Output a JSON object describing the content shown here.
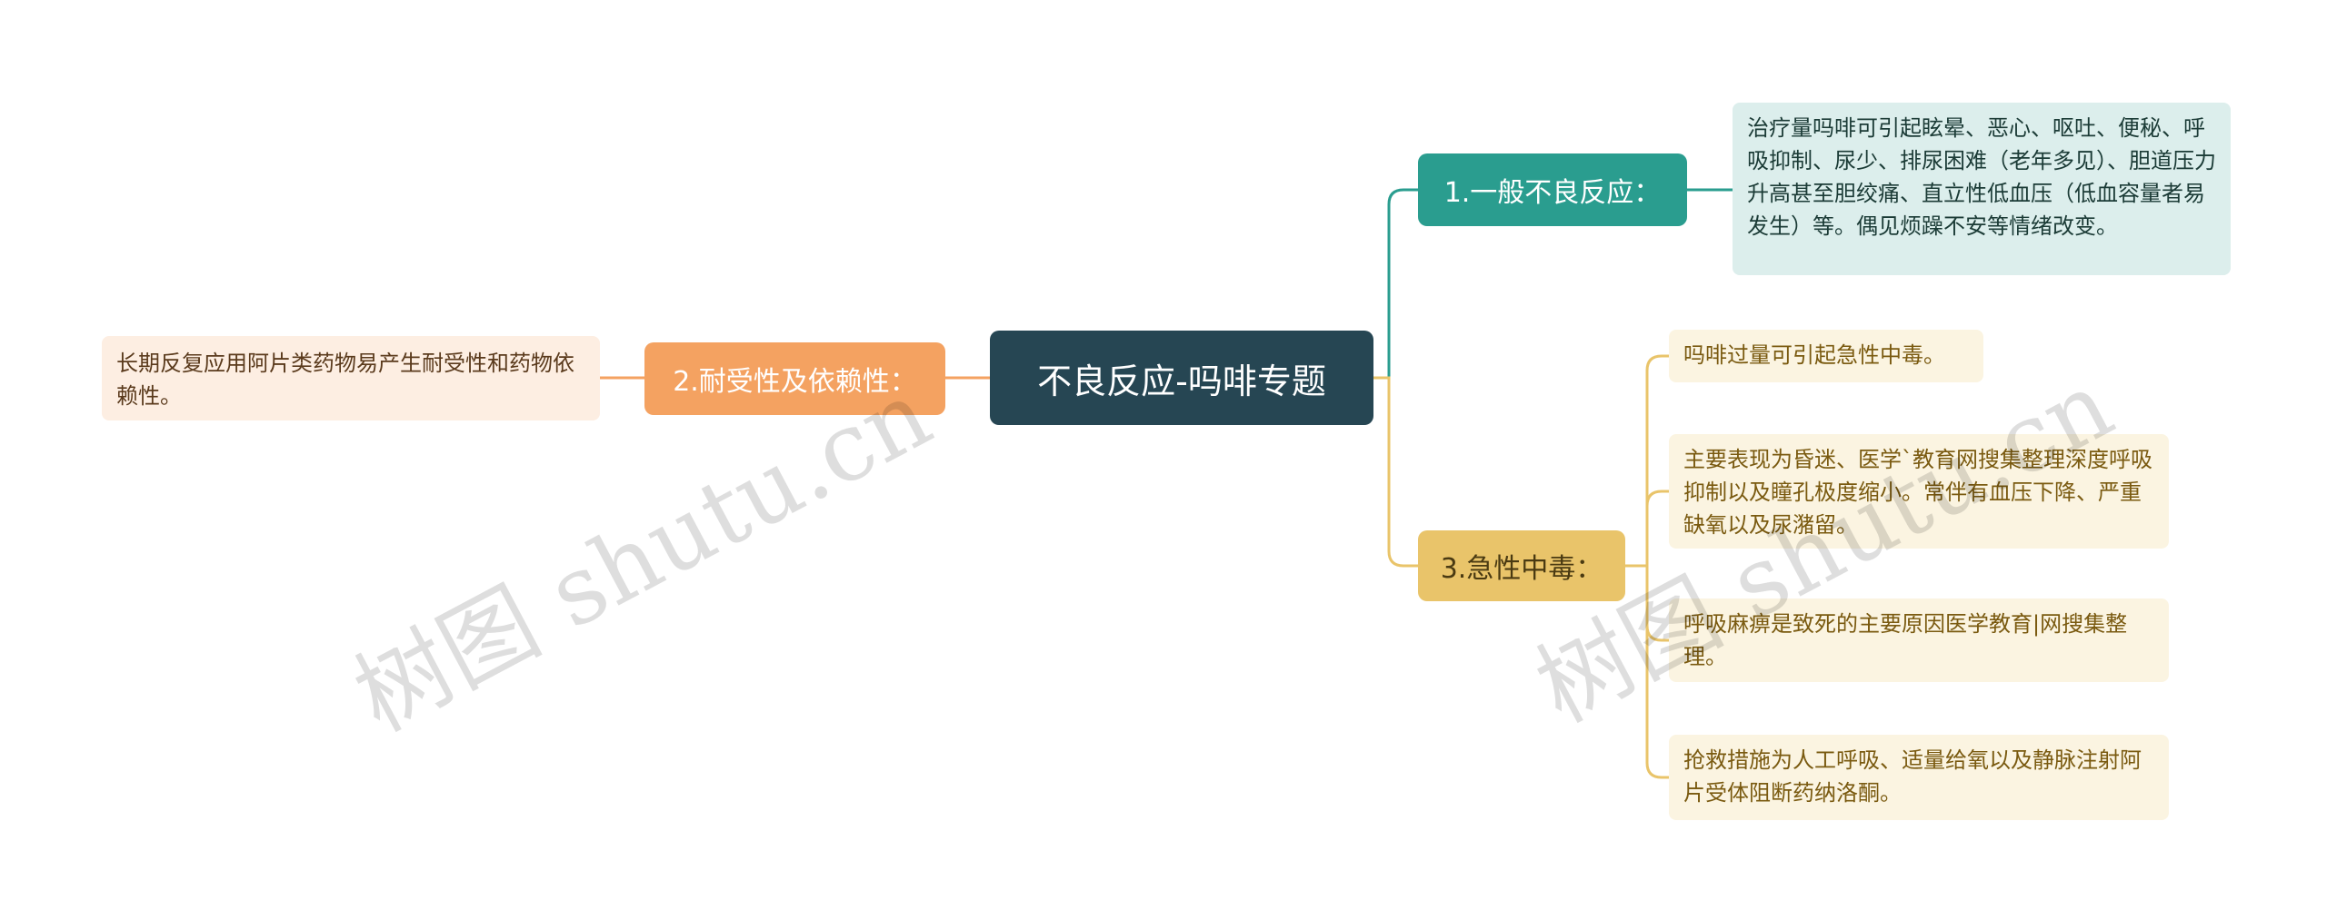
{
  "root": {
    "label": "不良反应-吗啡专题"
  },
  "branches": [
    {
      "label": "1.一般不良反应：",
      "leaves": [
        "治疗量吗啡可引起眩晕、恶心、呕吐、便秘、呼吸抑制、尿少、排尿困难（老年多见）、胆道压力升高甚至胆绞痛、直立性低血压（低血容量者易发生）等。偶见烦躁不安等情绪改变。"
      ]
    },
    {
      "label": "2.耐受性及依赖性：",
      "leaves": [
        "长期反复应用阿片类药物易产生耐受性和药物依赖性。"
      ]
    },
    {
      "label": "3.急性中毒：",
      "leaves": [
        "吗啡过量可引起急性中毒。",
        "主要表现为昏迷、医学`教育网搜集整理深度呼吸抑制以及瞳孔极度缩小。常伴有血压下降、严重缺氧以及尿潴留。",
        "呼吸麻痹是致死的主要原因医学教育|网搜集整理。",
        "抢救措施为人工呼吸、适量给氧以及静脉注射阿片受体阻断药纳洛酮。"
      ]
    }
  ],
  "watermarks": [
    "树图 shutu.cn",
    "树图 shutu.cn"
  ],
  "colors": {
    "root": "#264653",
    "branch1": "#2a9d8f",
    "branch2": "#f4a261",
    "branch3": "#e9c46a"
  }
}
